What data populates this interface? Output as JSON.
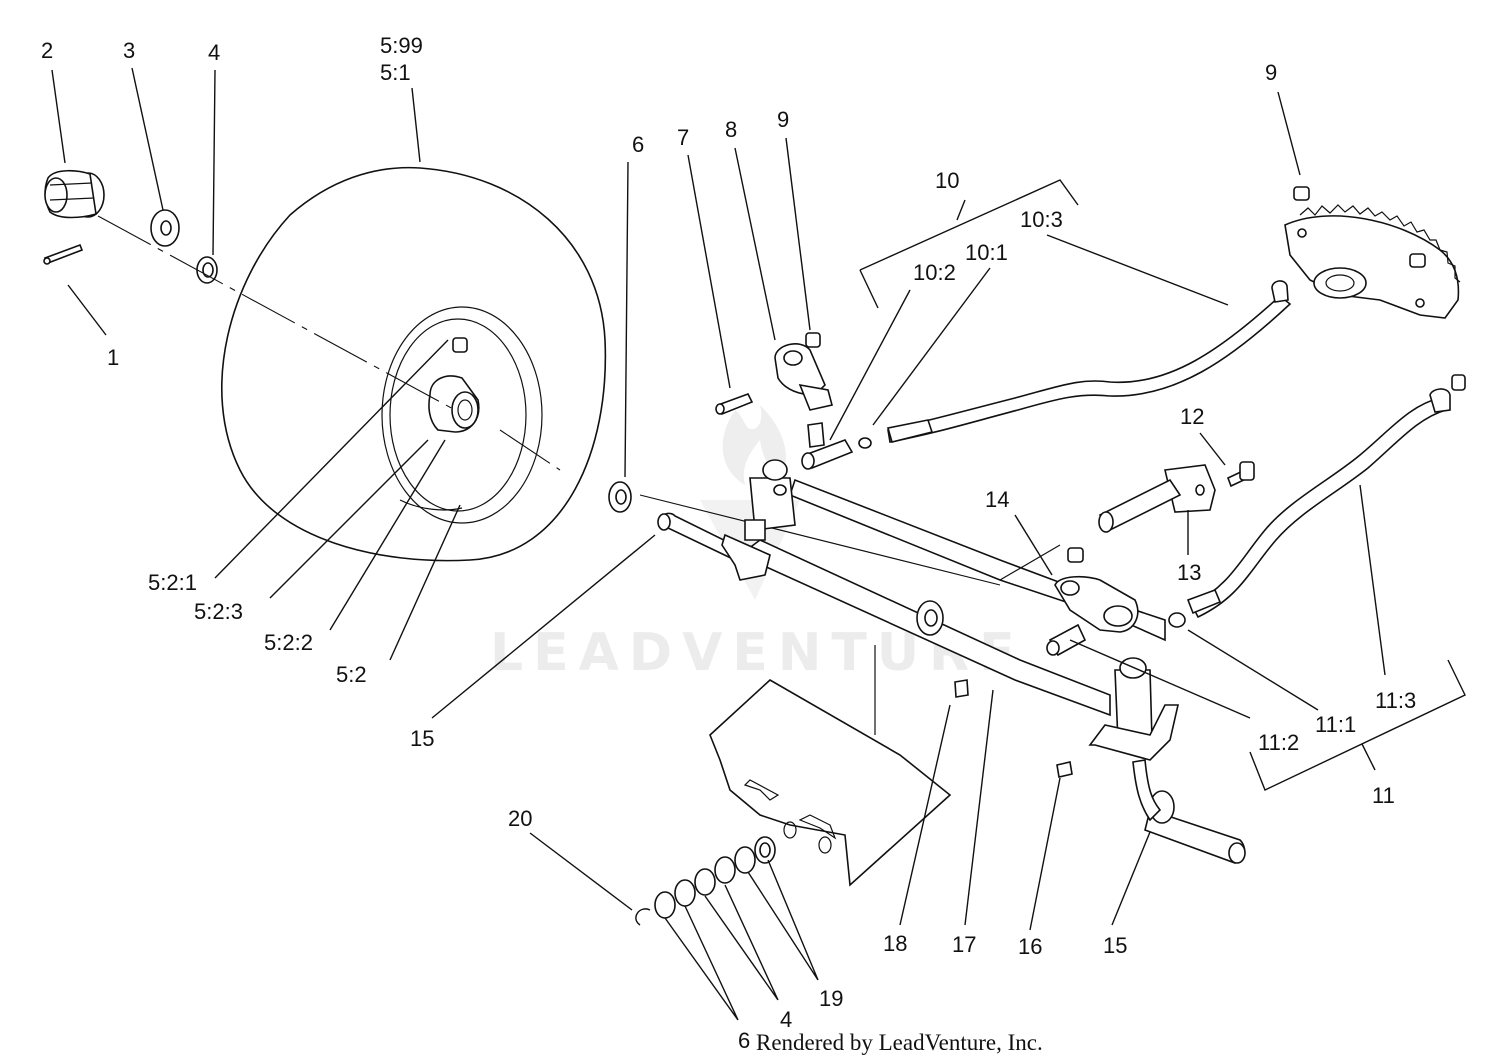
{
  "watermark": "LEADVENTURE",
  "credit": "Rendered by LeadVenture, Inc.",
  "callouts": {
    "c_2": "2",
    "c_3": "3",
    "c_4a": "4",
    "c_5_99": "5:99",
    "c_5_1": "5:1",
    "c_1": "1",
    "c_6a": "6",
    "c_7": "7",
    "c_8": "8",
    "c_9a": "9",
    "c_9b": "9",
    "c_10": "10",
    "c_10_3": "10:3",
    "c_10_2": "10:2",
    "c_10_1": "10:1",
    "c_12": "12",
    "c_13": "13",
    "c_14": "14",
    "c_5_2_1": "5:2:1",
    "c_5_2_3": "5:2:3",
    "c_5_2_2": "5:2:2",
    "c_5_2": "5:2",
    "c_15a": "15",
    "c_15b": "15",
    "c_11": "11",
    "c_11_1": "11:1",
    "c_11_2": "11:2",
    "c_11_3": "11:3",
    "c_16": "16",
    "c_17": "17",
    "c_18": "18",
    "c_19": "19",
    "c_20": "20",
    "c_4b": "4",
    "c_6b": "6"
  }
}
